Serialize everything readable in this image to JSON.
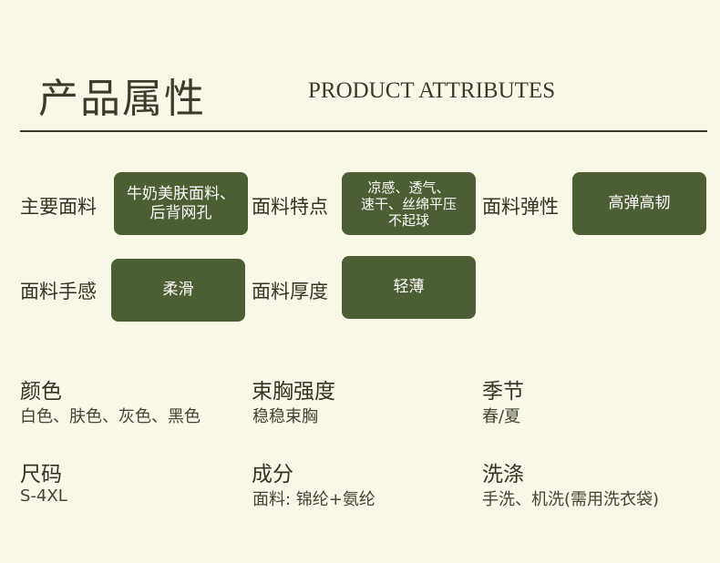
{
  "header": {
    "title_cn": "产品属性",
    "title_en": "PRODUCT ATTRIBUTES"
  },
  "attributes": [
    {
      "label": "主要面料",
      "value": "牛奶美肤面料、\n后背网孔"
    },
    {
      "label": "面料特点",
      "value": "凉感、透气、\n速干、丝绵平压\n不起球"
    },
    {
      "label": "面料弹性",
      "value": "高弹高韧"
    },
    {
      "label": "面料手感",
      "value": "柔滑"
    },
    {
      "label": "面料厚度",
      "value": "轻薄"
    }
  ],
  "details": [
    {
      "heading": "颜色",
      "value": "白色、肤色、灰色、黑色"
    },
    {
      "heading": "束胸强度",
      "value": "稳稳束胸"
    },
    {
      "heading": "季节",
      "value": "春/夏"
    },
    {
      "heading": "尺码",
      "value": "S-4XL"
    },
    {
      "heading": "成分",
      "value": "面料: 锦纶+氨纶"
    },
    {
      "heading": "洗涤",
      "value": "手洗、机洗(需用洗衣袋)"
    }
  ],
  "colors": {
    "background": "#f9f8e6",
    "accent": "#4c5e34",
    "text": "#333326"
  }
}
